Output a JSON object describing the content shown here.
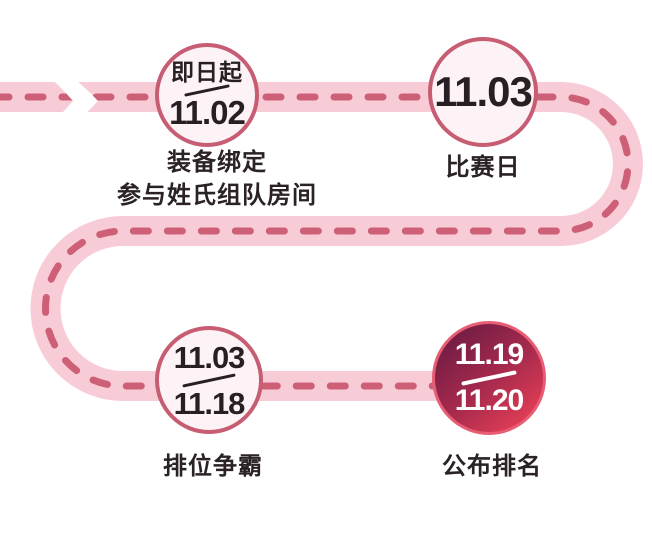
{
  "timeline": {
    "milestones": [
      {
        "pre_text": "即日起",
        "date": "11.02",
        "label_lines": [
          "装备绑定",
          "参与姓氏组队房间"
        ]
      },
      {
        "date": "11.03",
        "label_lines": [
          "比赛日"
        ]
      },
      {
        "date_start": "11.03",
        "date_end": "11.18",
        "label_lines": [
          "排位争霸"
        ]
      },
      {
        "date_start": "11.19",
        "date_end": "11.20",
        "label_lines": [
          "公布排名"
        ],
        "highlighted": true
      }
    ]
  },
  "colors": {
    "track_band": "#f8ccd6",
    "track_dash": "#cd5f77",
    "circle_border": "#c75d72",
    "circle_fill": "#fdf3f6",
    "text_dark": "#271f22",
    "highlight_gradient_start": "#6d1b43",
    "highlight_gradient_end": "#ee4156",
    "highlight_text": "#ffffff"
  }
}
